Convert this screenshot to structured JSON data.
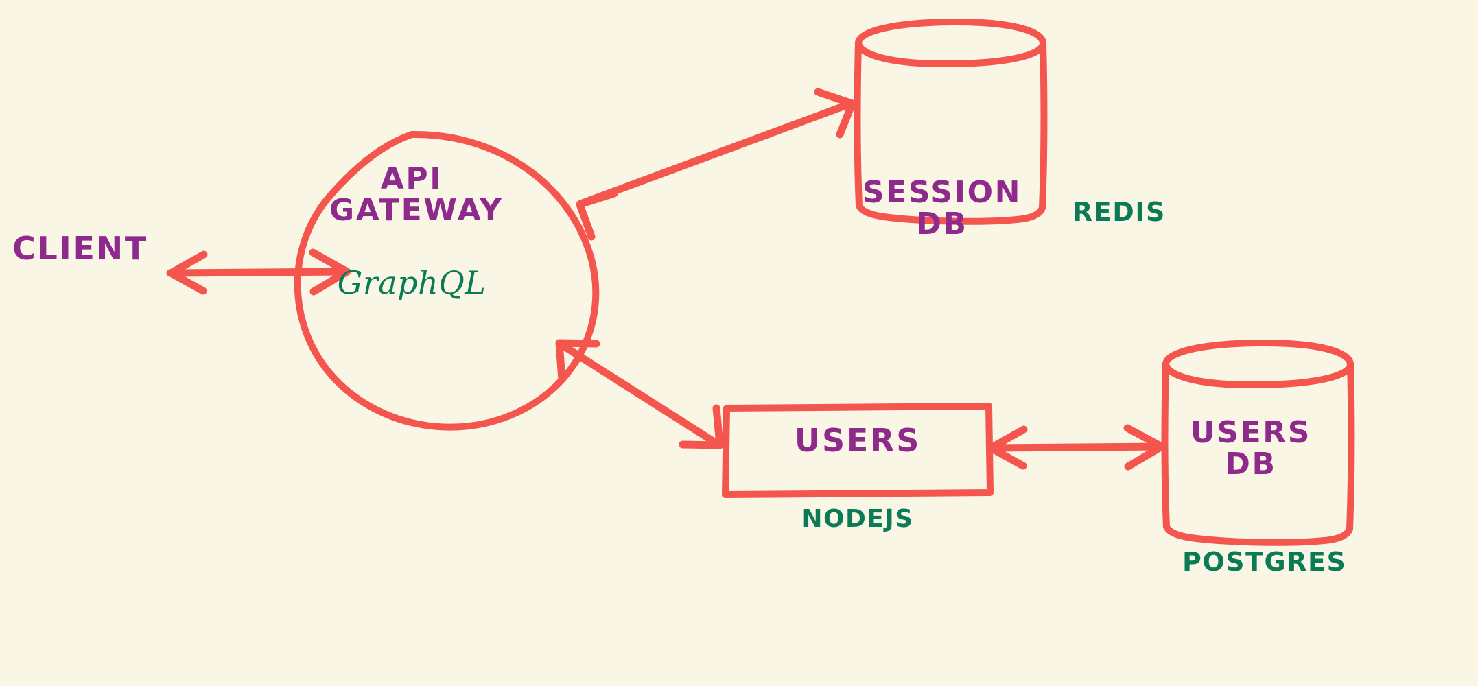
{
  "diagram": {
    "title": "Microservices architecture sketch",
    "style": "hand-drawn whiteboard sketch",
    "background_color": "#faf6e6",
    "stroke_color": "#f4564e",
    "node_text_color": "#8e2a8b",
    "tech_text_color": "#0b7a56",
    "nodes": [
      {
        "id": "client",
        "label": "CLIENT",
        "shape": "text-only",
        "tech": null
      },
      {
        "id": "api-gateway",
        "label": "API\nGATEWAY",
        "shape": "circle",
        "tech": "GraphQL"
      },
      {
        "id": "session-db",
        "label": "SESSION\nDB",
        "shape": "cylinder",
        "tech": "REDIS"
      },
      {
        "id": "users",
        "label": "USERS",
        "shape": "rectangle",
        "tech": "NODEJS"
      },
      {
        "id": "users-db",
        "label": "USERS\nDB",
        "shape": "cylinder",
        "tech": "POSTGRES"
      }
    ],
    "labels": {
      "client": "CLIENT",
      "api_gateway_line1": "API",
      "api_gateway_line2": "GATEWAY",
      "graphql": "GraphQL",
      "session_db_line1": "SESSION",
      "session_db_line2": "DB",
      "redis": "REDIS",
      "users": "USERS",
      "nodejs": "NODEJS",
      "users_db_line1": "USERS",
      "users_db_line2": "DB",
      "postgres": "POSTGRES"
    },
    "edges": [
      {
        "id": "client-gateway",
        "from": "client",
        "to": "api-gateway",
        "direction": "bidirectional",
        "orientation": "horizontal"
      },
      {
        "id": "gateway-session",
        "from": "api-gateway",
        "to": "session-db",
        "direction": "bidirectional",
        "orientation": "diagonal-up-right"
      },
      {
        "id": "gateway-users",
        "from": "api-gateway",
        "to": "users",
        "direction": "bidirectional",
        "orientation": "diagonal-down-right"
      },
      {
        "id": "users-usersdb",
        "from": "users",
        "to": "users-db",
        "direction": "bidirectional",
        "orientation": "horizontal"
      }
    ]
  }
}
